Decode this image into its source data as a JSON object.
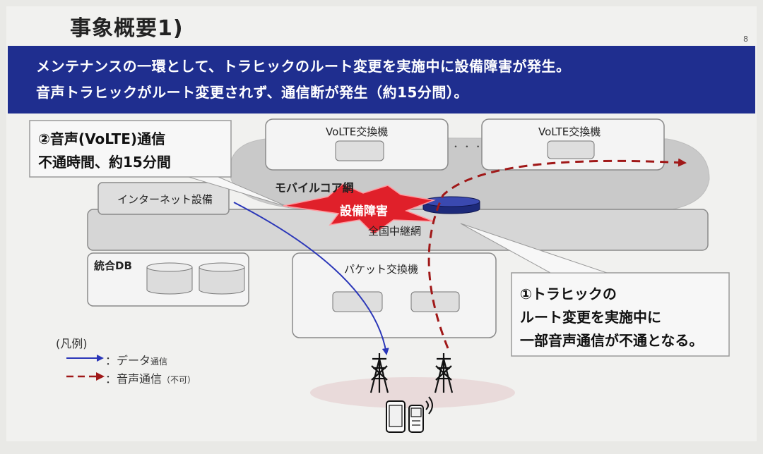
{
  "header": {
    "title": "事象概要1)",
    "page_number": "8"
  },
  "banner": {
    "line1": "メンテナンスの一環として、トラヒックのルート変更を実施中に設備障害が発生。",
    "line2": "音声トラヒックがルート変更されず、通信断が発生（約15分間）。"
  },
  "nodes": {
    "volte_exchange_1": "VoLTE交換機",
    "volte_exchange_2": "VoLTE交換機",
    "ellipsis": "・ ・ ・",
    "mobile_core_network": "モバイルコア網",
    "internet_equipment": "インターネット設備",
    "failure": "設備障害",
    "national_relay_network": "全国中継網",
    "integrated_db": "統合DB",
    "packet_exchange": "パケット交換機"
  },
  "callouts": {
    "voice_outage": {
      "line1": "②音声(VoLTE)通信",
      "line2": "不通時間、約15分間"
    },
    "traffic_reroute": {
      "line1": "①トラヒックの",
      "line2": "ルート変更を実施中に",
      "line3": "一部音声通信が不通となる。"
    }
  },
  "legend": {
    "title": "(凡例)",
    "data_prefix": "：データ",
    "data_suffix": "通信",
    "voice_prefix": "：音声通信",
    "voice_suffix": "（不可）"
  },
  "colors": {
    "banner": "#1f2e8f",
    "data_line": "#2a36b8",
    "voice_line": "#a01818",
    "failure": "#e0202a"
  }
}
